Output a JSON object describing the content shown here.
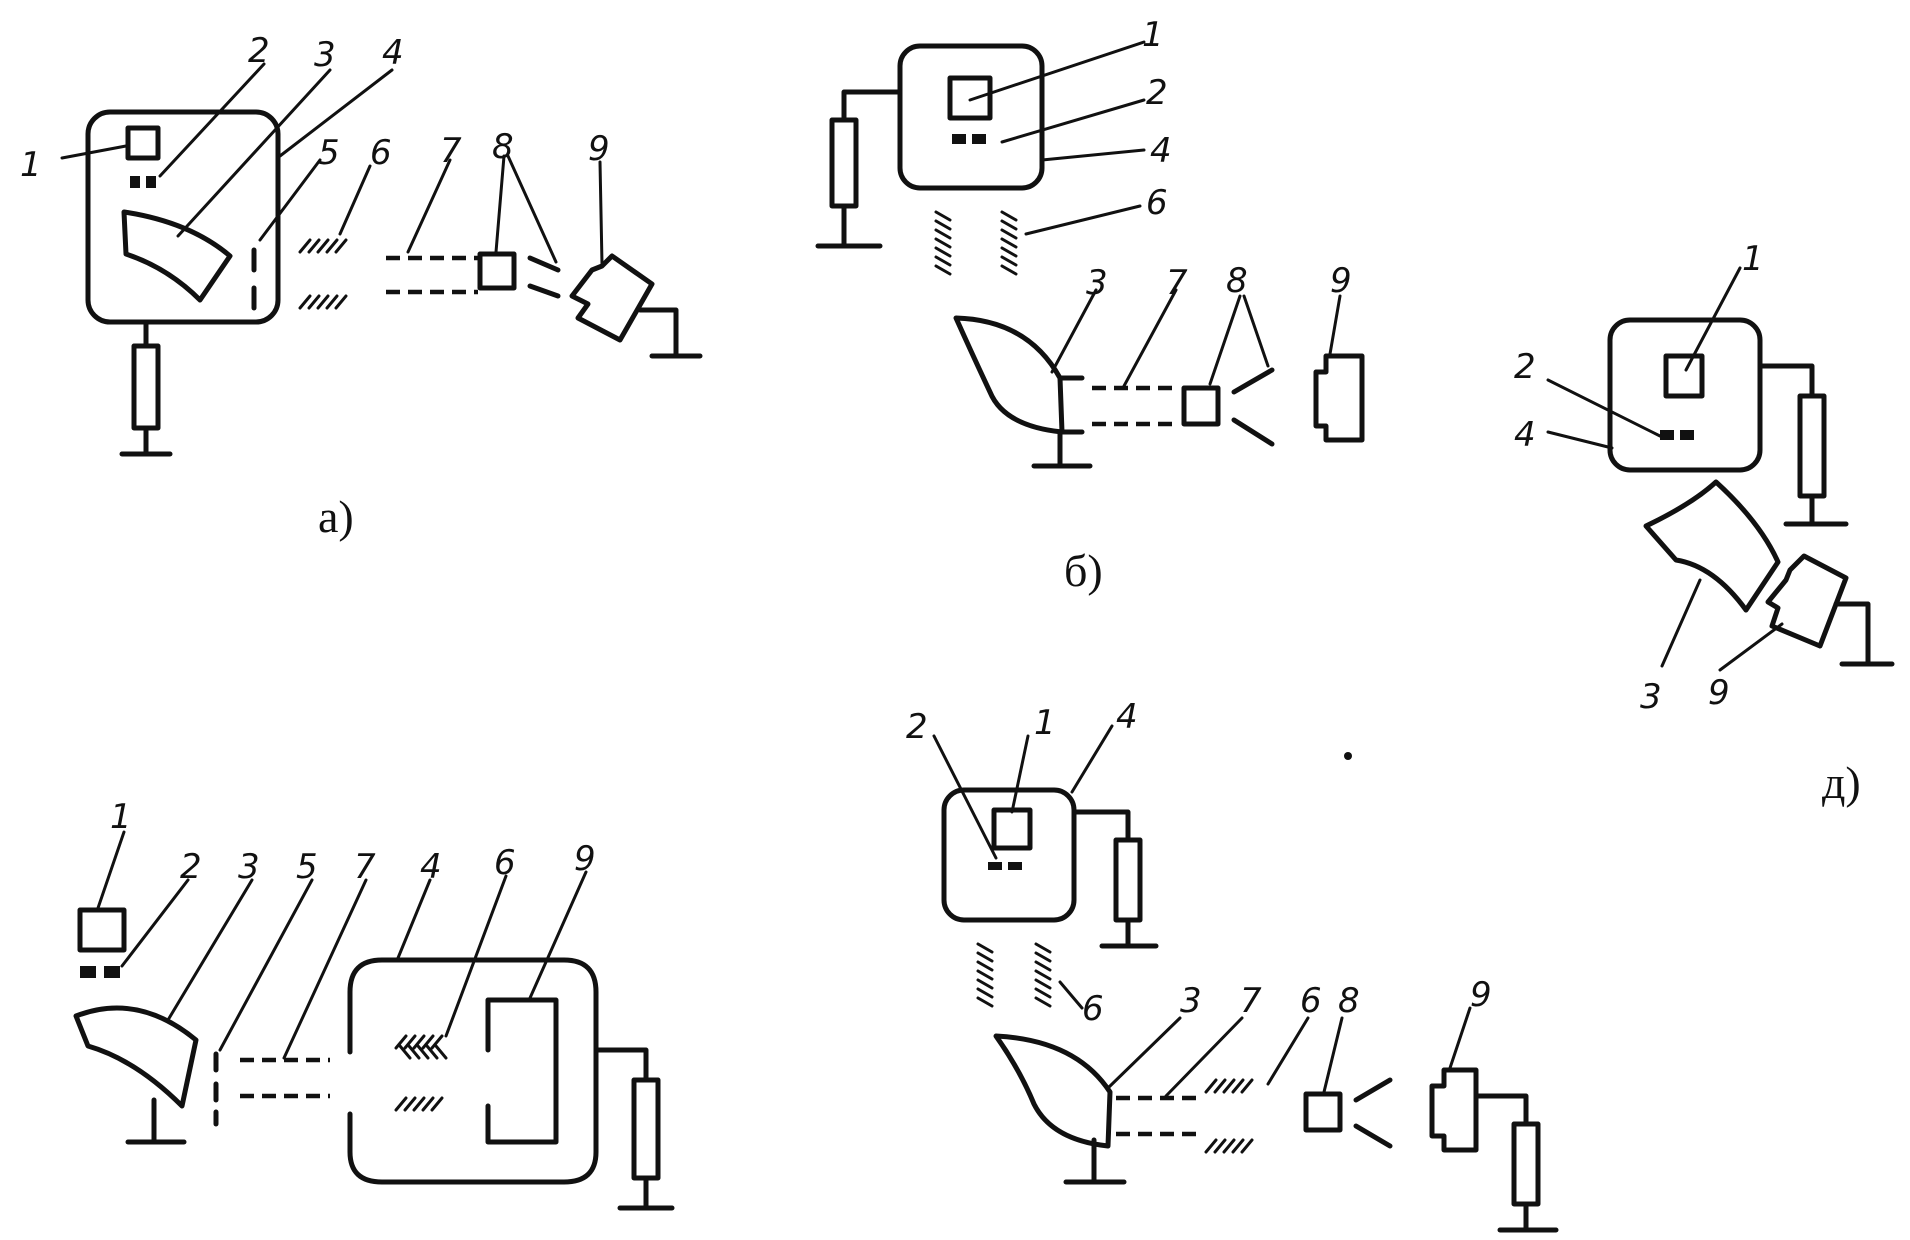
{
  "diagrams": {
    "a": {
      "caption": "а)",
      "labels": {
        "n1": "1",
        "n2": "2",
        "n3": "3",
        "n4": "4",
        "n5": "5",
        "n6": "6",
        "n7": "7",
        "n8": "8",
        "n9": "9"
      }
    },
    "b": {
      "caption": "б)",
      "labels": {
        "n1": "1",
        "n2": "2",
        "n3": "3",
        "n4": "4",
        "n6": "6",
        "n7": "7",
        "n8": "8",
        "n9": "9"
      }
    },
    "c": {
      "labels": {
        "n1": "1",
        "n2": "2",
        "n3": "3",
        "n4": "4",
        "n5": "5",
        "n6": "6",
        "n7": "7",
        "n9": "9"
      }
    },
    "d": {
      "labels": {
        "n1": "1",
        "n2": "2",
        "n3": "3",
        "n4": "4",
        "n6a": "6",
        "n6b": "6",
        "n7": "7",
        "n8": "8",
        "n9": "9"
      }
    },
    "e": {
      "caption": "д)",
      "labels": {
        "n1": "1",
        "n2": "2",
        "n3": "3",
        "n4": "4",
        "n9": "9"
      }
    }
  }
}
